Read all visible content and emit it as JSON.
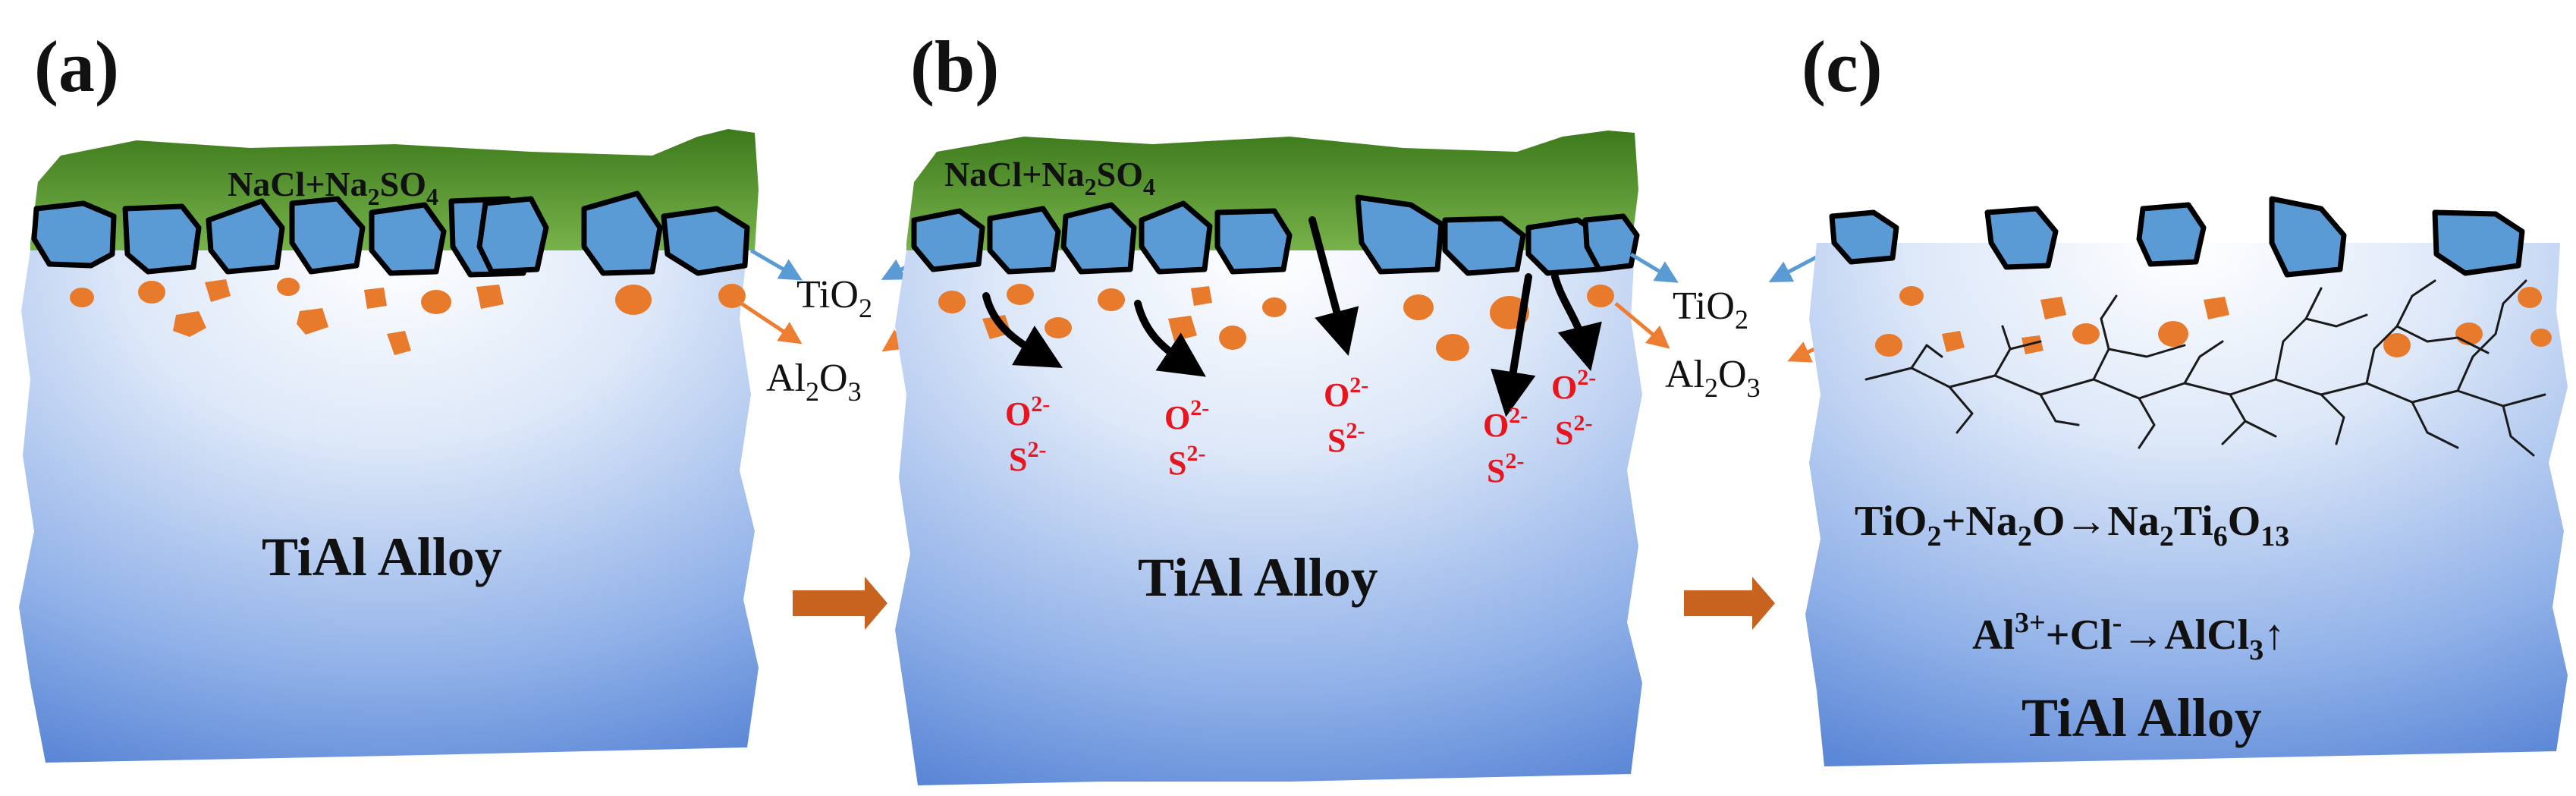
{
  "panels": [
    {
      "label": "(a)",
      "salt": {
        "main": "NaCl+Na",
        "sub": "2",
        "tail": "SO",
        "sub2": "4"
      },
      "alloy": "TiAl Alloy",
      "equations": []
    },
    {
      "label": "(b)",
      "salt": {
        "main": "NaCl+Na",
        "sub": "2",
        "tail": "SO",
        "sub2": "4"
      },
      "alloy": "TiAl Alloy",
      "ions": [
        {
          "o": "O",
          "osup": "2-",
          "s": "S",
          "ssup": "2-"
        },
        {
          "o": "O",
          "osup": "2-",
          "s": "S",
          "ssup": "2-"
        },
        {
          "o": "O",
          "osup": "2-",
          "s": "S",
          "ssup": "2-"
        },
        {
          "o": "O",
          "osup": "2-",
          "s": "S",
          "ssup": "2-"
        },
        {
          "o": "O",
          "osup": "2-",
          "s": "S",
          "ssup": "2-"
        }
      ]
    },
    {
      "label": "(c)",
      "alloy": "TiAl Alloy",
      "eq1": {
        "a": "TiO",
        "a_sub": "2",
        "b": "+Na",
        "b_sub": "2",
        "c": "O→Na",
        "c_sub": "2",
        "d": "Ti",
        "d_sub": "6",
        "e": "O",
        "e_sub": "13"
      },
      "eq2": {
        "a": "Al",
        "a_sup": "3+",
        "b": "+Cl",
        "b_sup": "-",
        "c": "→AlCl",
        "c_sub": "3",
        "d": "↑"
      }
    }
  ],
  "legend_left": {
    "tio2": "TiO",
    "tio2_sub": "2",
    "al2o3_a": "Al",
    "al2o3_sub1": "2",
    "al2o3_b": "O",
    "al2o3_sub2": "3"
  },
  "legend_right": {
    "tio2": "TiO",
    "tio2_sub": "2",
    "al2o3_a": "Al",
    "al2o3_sub1": "2",
    "al2o3_b": "O",
    "al2o3_sub2": "3"
  },
  "colors": {
    "salt": "#5c9a2c",
    "tio2_grain": "#5b9bd5",
    "al2o3_grain": "#e87a2c",
    "alloy_top": "#ffffff",
    "alloy_bottom": "#5a86d6",
    "ion_text": "#e8141e",
    "arrow": "#c8621f",
    "tio2_pointer": "#5b9bd5",
    "al2o3_pointer": "#ed7d31"
  }
}
